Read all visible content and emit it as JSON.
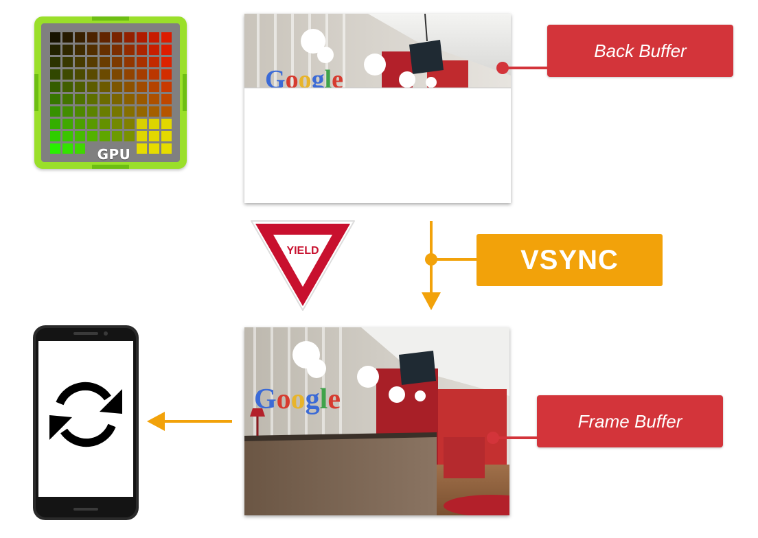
{
  "gpu": {
    "label": "GPU"
  },
  "back_buffer": {
    "label": "Back Buffer",
    "fill_fraction": 0.39
  },
  "frame_buffer": {
    "label": "Frame Buffer"
  },
  "vsync": {
    "label": "VSYNC"
  },
  "yield_sign": {
    "text": "YIELD"
  },
  "photo_sign_text": "Google",
  "icons": {
    "gpu": "gpu-chip-icon",
    "phone": "phone-icon",
    "sync": "sync-icon",
    "yield": "yield-sign-icon"
  },
  "colors": {
    "label_red": "#d3343a",
    "vsync_orange": "#f2a20a",
    "arrow_orange": "#f2a20a",
    "gpu_green": "#9adf2a"
  }
}
